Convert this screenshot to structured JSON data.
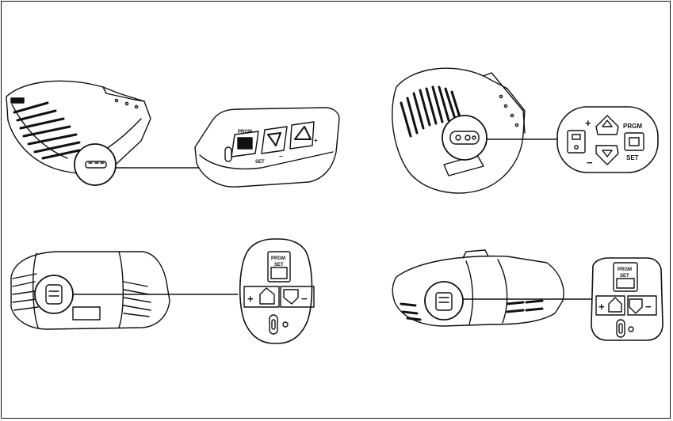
{
  "labels": {
    "prgm": "PRGM",
    "set": "SET",
    "plus": "+",
    "minus": "−"
  },
  "panels": [
    {
      "id": "top-left",
      "view": "opener-underside-angled",
      "detail": "control-panel-oblique"
    },
    {
      "id": "top-right",
      "view": "opener-rear-angled",
      "detail": "control-panel-oval"
    },
    {
      "id": "bottom-left",
      "view": "opener-side",
      "detail": "control-panel-shield"
    },
    {
      "id": "bottom-right",
      "view": "opener-underside-side",
      "detail": "control-panel-shield"
    }
  ],
  "icons": [
    "up-arrow-button-icon",
    "down-arrow-button-icon",
    "program-button-icon",
    "led-indicator-icon"
  ]
}
